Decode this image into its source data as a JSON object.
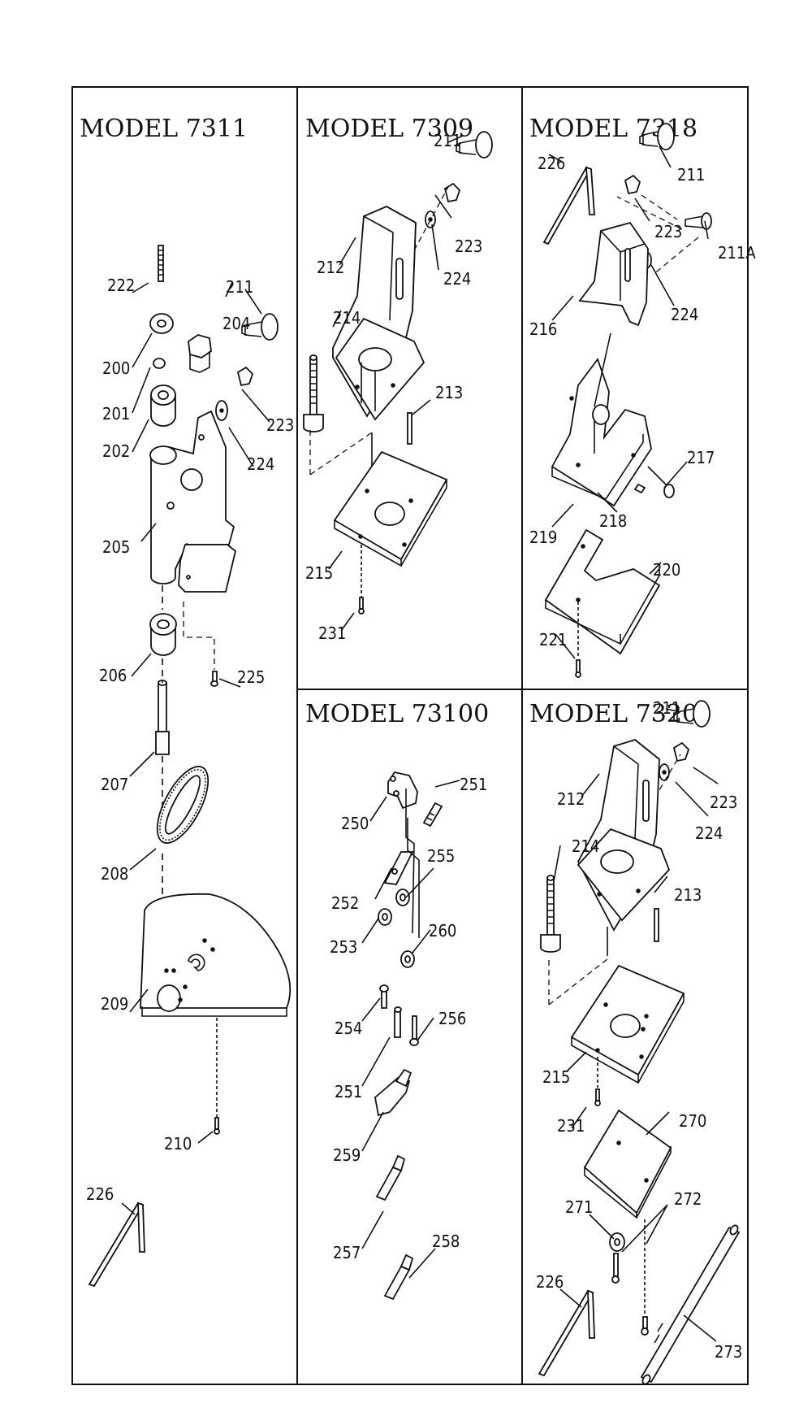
{
  "panels": {
    "m7311": {
      "title": "MODEL 7311",
      "labels": {
        "l222": "222",
        "l211": "211",
        "l204": "204",
        "l200": "200",
        "l201": "201",
        "l202": "202",
        "l223": "223",
        "l224": "224",
        "l205": "205",
        "l206": "206",
        "l225": "225",
        "l207": "207",
        "l208": "208",
        "l209": "209",
        "l210": "210",
        "l226": "226"
      }
    },
    "m7309": {
      "title": "MODEL 7309",
      "labels": {
        "l211": "211",
        "l223": "223",
        "l224": "224",
        "l212": "212",
        "l214": "214",
        "l213": "213",
        "l215": "215",
        "l231": "231"
      }
    },
    "m7318": {
      "title": "MODEL 7318",
      "labels": {
        "l226": "226",
        "l211": "211",
        "l223": "223",
        "l211a": "211A",
        "l216": "216",
        "l224": "224",
        "l217": "217",
        "l218": "218",
        "l219": "219",
        "l220": "220",
        "l221": "221"
      }
    },
    "m73100": {
      "title": "MODEL 73100",
      "labels": {
        "l251a": "251",
        "l250": "250",
        "l255": "255",
        "l252": "252",
        "l253": "253",
        "l260": "260",
        "l254": "254",
        "l256": "256",
        "l251b": "251",
        "l259": "259",
        "l257": "257",
        "l258": "258"
      }
    },
    "m7320": {
      "title": "MODEL 7320",
      "labels": {
        "l211": "211",
        "l223": "223",
        "l224": "224",
        "l212": "212",
        "l214": "214",
        "l213": "213",
        "l215": "215",
        "l231": "231",
        "l270": "270",
        "l271": "271",
        "l272": "272",
        "l226": "226",
        "l273": "273"
      }
    }
  }
}
